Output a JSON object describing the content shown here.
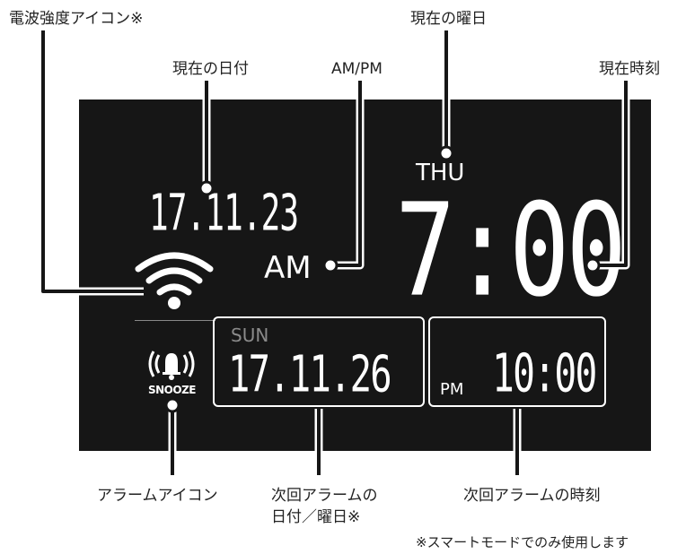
{
  "callouts": {
    "signal_icon": "電波強度アイコン※",
    "current_date": "現在の日付",
    "current_weekday": "現在の曜日",
    "ampm": "AM/PM",
    "current_time": "現在時刻",
    "alarm_icon": "アラームアイコン",
    "next_alarm_date_line1": "次回アラームの",
    "next_alarm_date_line2": "日付／曜日※",
    "next_alarm_time": "次回アラームの時刻"
  },
  "footnote": "※スマートモードでのみ使用します",
  "display": {
    "current_date": "17.11.23",
    "current_weekday": "THU",
    "ampm": "AM",
    "current_time": "7:00",
    "snooze_label": "SNOOZE",
    "alarm_weekday": "SUN",
    "alarm_date": "17.11.26",
    "alarm_ampm": "PM",
    "alarm_time": "10:00"
  },
  "colors": {
    "screen_bg": "#161616",
    "segment_on": "#ffffff",
    "segment_dim": "#8a8a8a",
    "leader_line": "#161616"
  },
  "icons": {
    "signal": "wifi-signal-icon",
    "alarm": "bell-ringing-icon"
  }
}
